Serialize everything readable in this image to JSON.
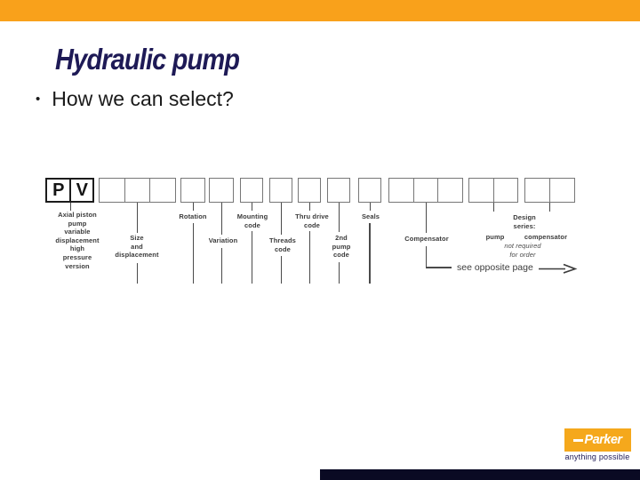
{
  "colors": {
    "accent_orange": "#F9A11B",
    "logo_orange": "#F5A81C",
    "navy": "#1E1A56",
    "footer_bar": "#0A0A23"
  },
  "header": {
    "title": "Hydraulic pump"
  },
  "body": {
    "bullet_char": "•",
    "bullet_text": "How we can select?"
  },
  "diagram": {
    "cells": {
      "c1": "P",
      "c2": "V"
    },
    "labels": {
      "axial": "Axial piston\npump\nvariable\ndisplacement\nhigh\npressure\nversion",
      "size": "Size\nand\ndisplacement",
      "rotation": "Rotation",
      "variation": "Variation",
      "mounting": "Mounting\ncode",
      "threads": "Threads\ncode",
      "thru_drive": "Thru drive\ncode",
      "second_pump": "2nd\npump\ncode",
      "seals": "Seals",
      "compensator": "Compensator",
      "design_series": "Design\nseries:",
      "design_pump": "pump",
      "design_compensator": "compensator",
      "order_note": "not required\nfor order",
      "see_opposite": "see opposite page"
    }
  },
  "footer": {
    "brand": "Parker",
    "tagline": "anything possible"
  }
}
